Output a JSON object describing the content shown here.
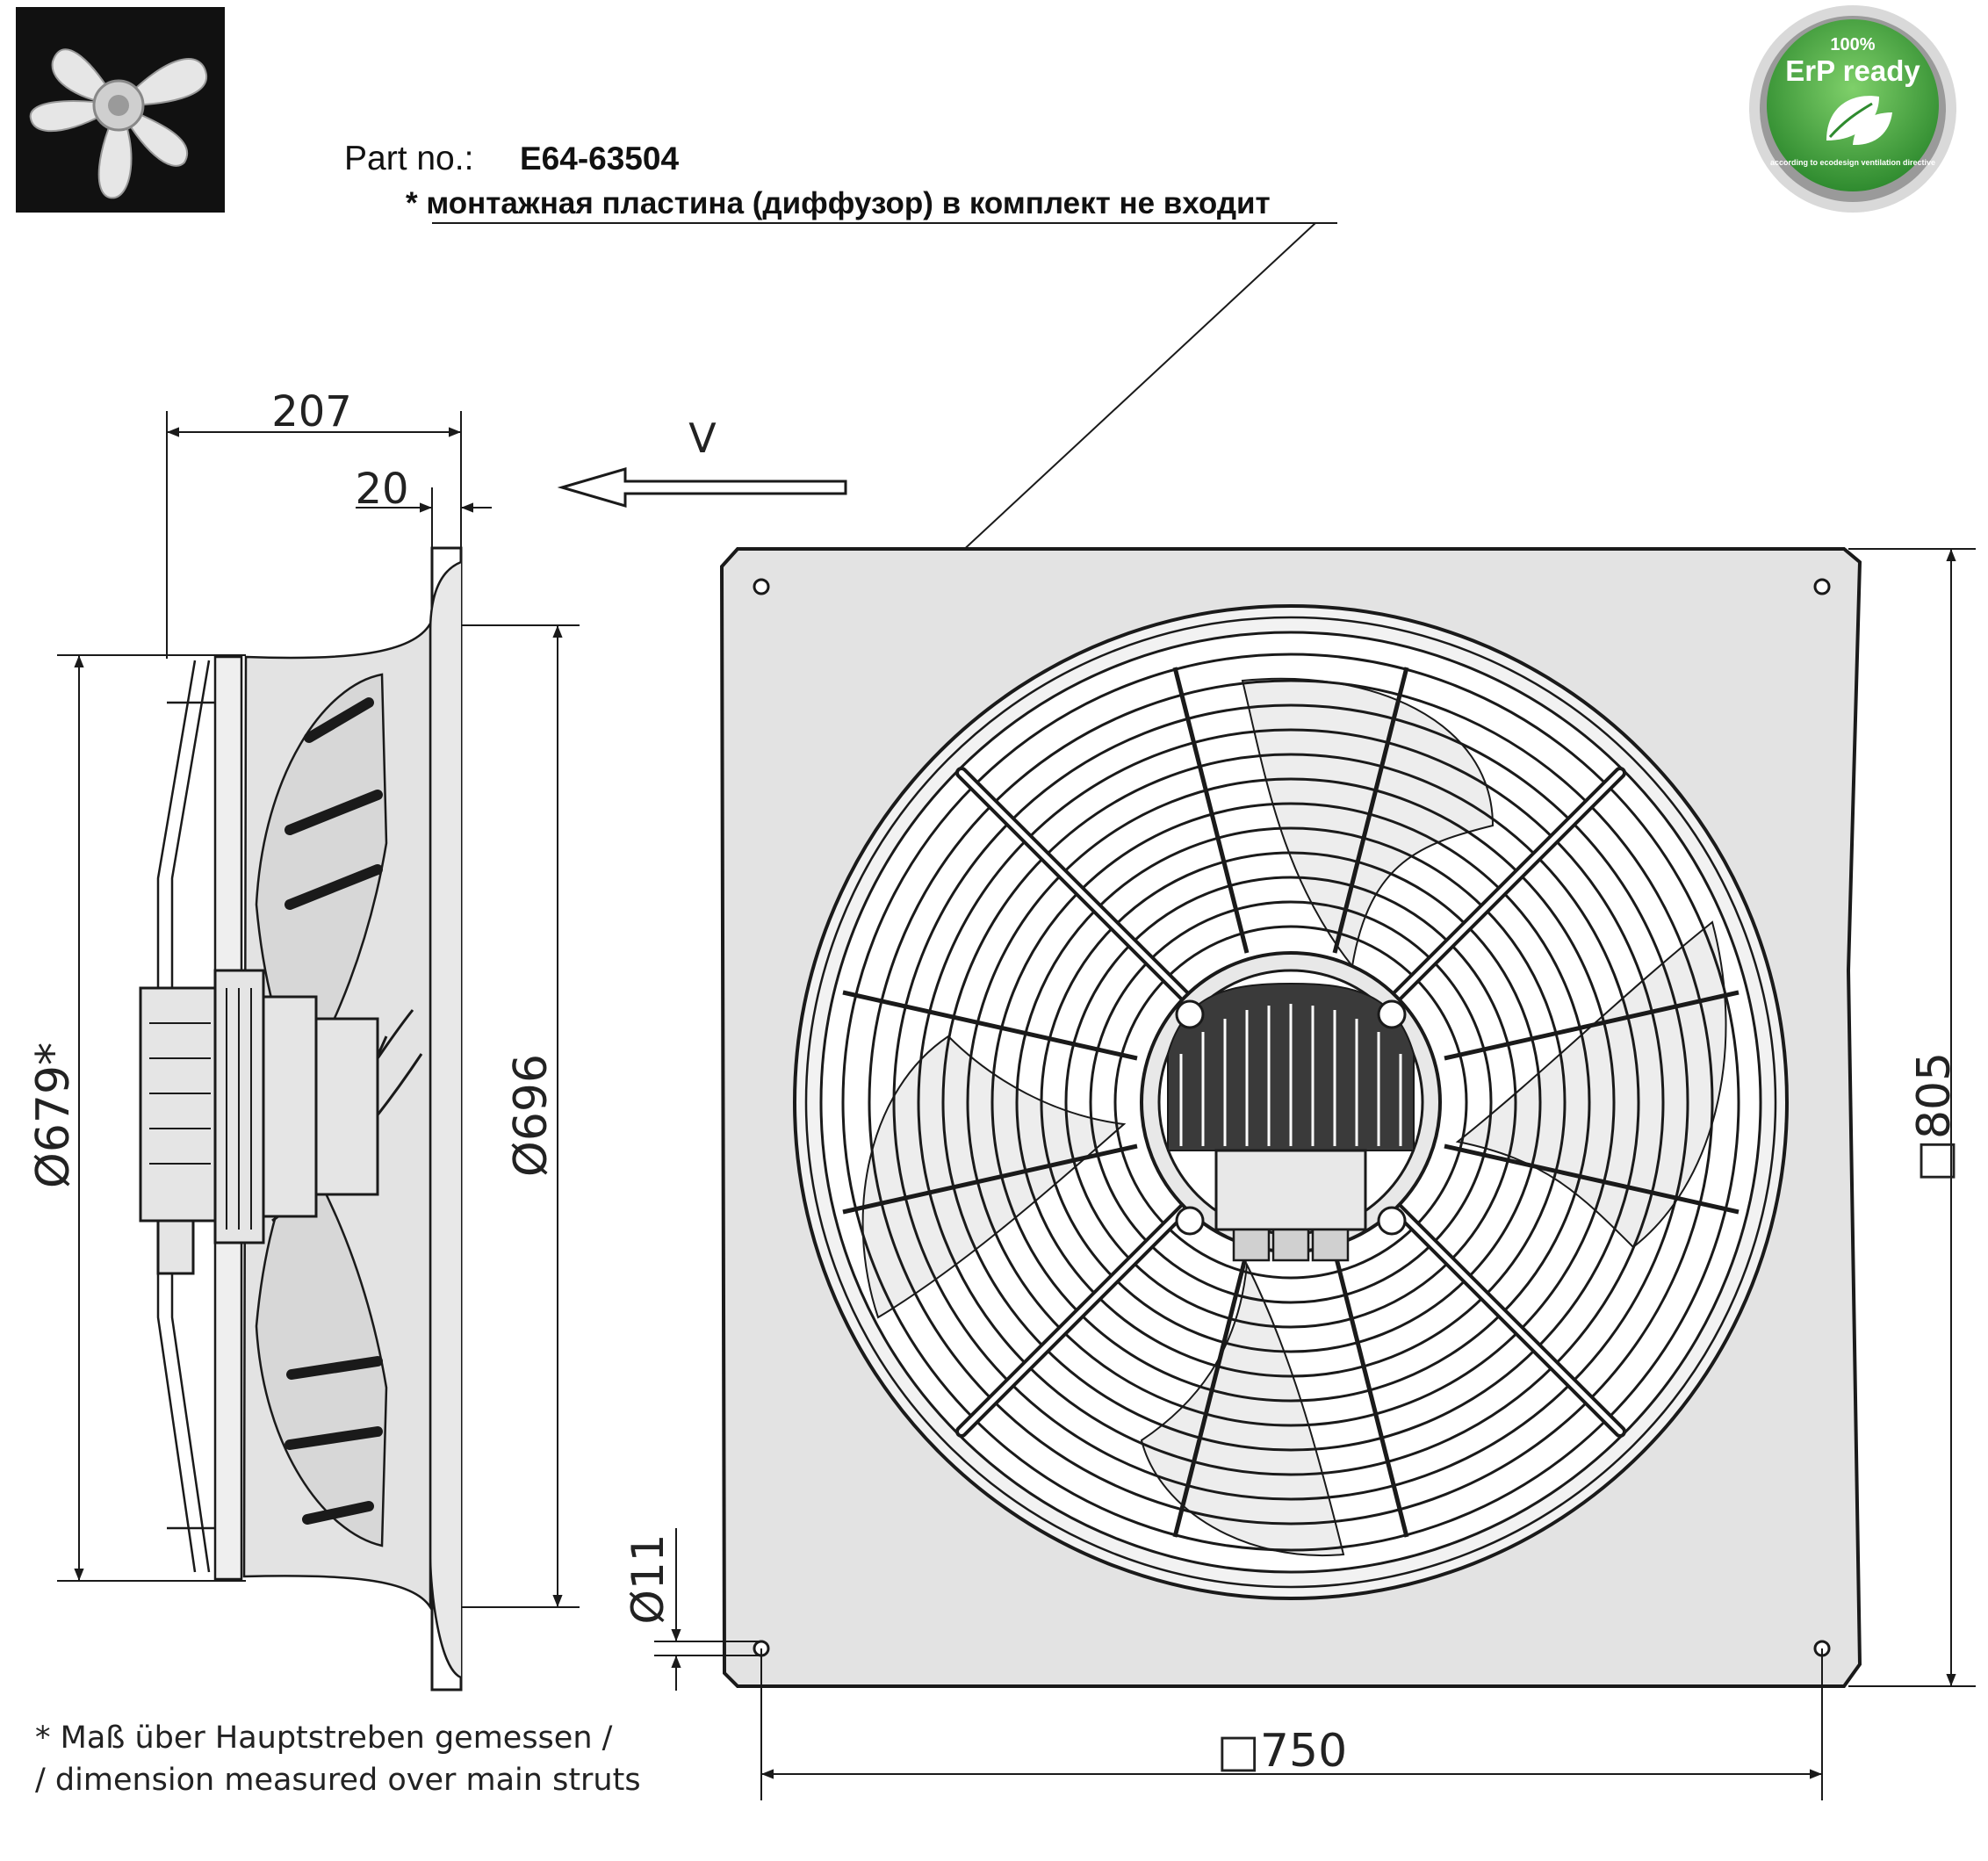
{
  "header": {
    "part_label": "Part no.:",
    "part_number": "E64-63504",
    "note": "* монтажная пластина (диффузор) в комплект не входит"
  },
  "badge": {
    "percent": "100%",
    "title": "ErP ready",
    "subtitle": "according to ecodesign ventilation directive",
    "color": "#3a9a3a",
    "icon": "leaf-icon"
  },
  "dimensions": {
    "depth": "207",
    "plate_thickness": "20",
    "airflow": "V",
    "strut_diameter": "Ø679*",
    "nozzle_diameter": "Ø696",
    "hole_diameter": "Ø11",
    "plate_width": "□750",
    "plate_height": "□805"
  },
  "footnote": {
    "line1": "* Maß über Hauptstreben gemessen /",
    "line2": "/ dimension measured over main struts"
  },
  "colors": {
    "plate": "#e3e3e3",
    "line": "#1a1a1a",
    "photo_bg": "#111111"
  }
}
